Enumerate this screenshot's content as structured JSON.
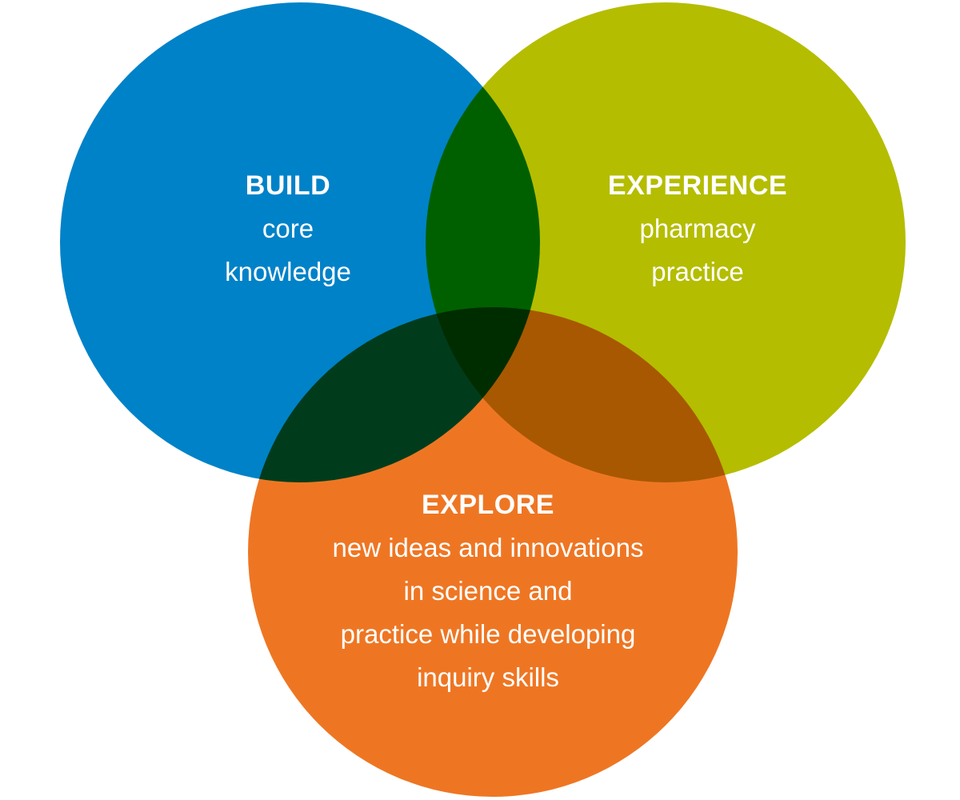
{
  "venn": {
    "background_color": "#ffffff",
    "text_color": "#ffffff",
    "overlap_blend": "multiply",
    "circles": [
      {
        "name": "build",
        "title": "BUILD",
        "lines": [
          "core",
          "knowledge"
        ],
        "color": "#0082c8"
      },
      {
        "name": "experience",
        "title": "EXPERIENCE",
        "lines": [
          "pharmacy",
          "practice"
        ],
        "color": "#b4bd00"
      },
      {
        "name": "explore",
        "title": "EXPLORE",
        "lines": [
          "new ideas and innovations",
          "in science and",
          "practice while developing",
          "inquiry skills"
        ],
        "color": "#ee7623"
      }
    ]
  }
}
